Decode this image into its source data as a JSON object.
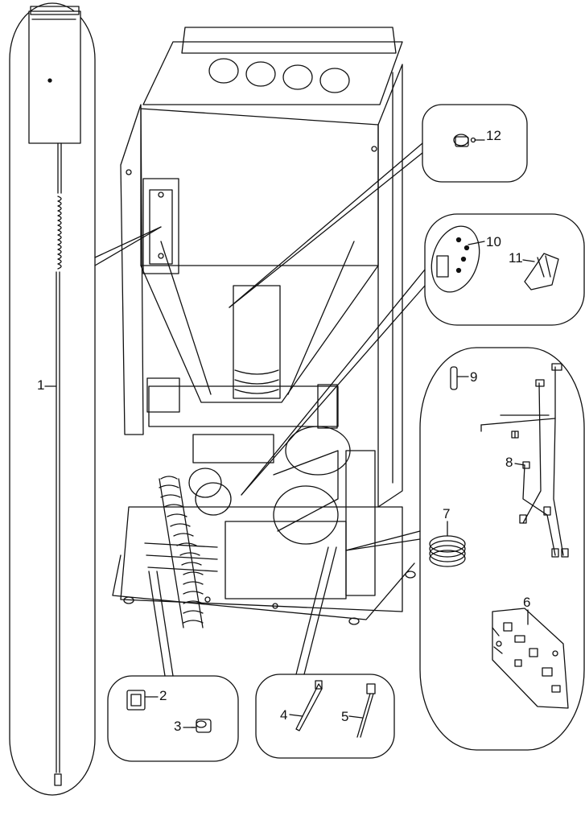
{
  "callouts": {
    "c1": "1",
    "c2": "2",
    "c3": "3",
    "c4": "4",
    "c5": "5",
    "c6": "6",
    "c7": "7",
    "c8": "8",
    "c9": "9",
    "c10": "10",
    "c11": "11",
    "c12": "12"
  },
  "parts": [
    {
      "ref": "1",
      "icon": "control-panel-with-coiled-cable-icon"
    },
    {
      "ref": "2",
      "icon": "switch-icon"
    },
    {
      "ref": "3",
      "icon": "thermostat-icon"
    },
    {
      "ref": "4",
      "icon": "temperature-probe-icon"
    },
    {
      "ref": "5",
      "icon": "sensor-cable-icon"
    },
    {
      "ref": "6",
      "icon": "circuit-board-icon"
    },
    {
      "ref": "7",
      "icon": "coiled-tube-icon"
    },
    {
      "ref": "8",
      "icon": "wiring-harness-icon"
    },
    {
      "ref": "9",
      "icon": "fuse-icon"
    },
    {
      "ref": "10",
      "icon": "disc-sensor-icon"
    },
    {
      "ref": "11",
      "icon": "clamp-icon"
    },
    {
      "ref": "12",
      "icon": "limit-switch-icon"
    }
  ]
}
